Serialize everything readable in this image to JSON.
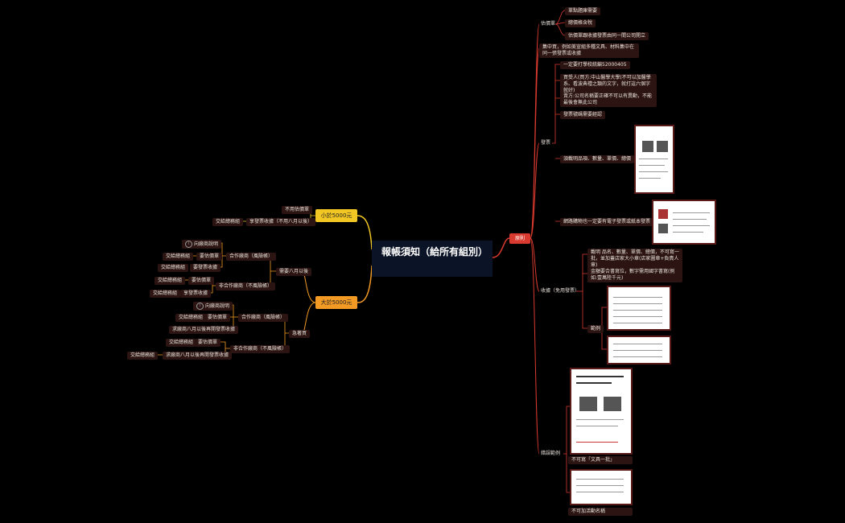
{
  "root": "報帳須知（給所有組別）",
  "main": {
    "principle": "原則",
    "small": "小於5000元",
    "large": "大於5000元"
  },
  "right": {
    "rep": {
      "label": "估價單",
      "items": [
        "單點題庫需要",
        "總價格含稅",
        "估價單跟收據發票由同一間公司開立"
      ]
    },
    "concentrate": "集中買，例如美宣組多種文具、材料集中在同一張發票或收據",
    "invoice": {
      "label": "發票",
      "items": [
        "一定要打學校統編52000405",
        "買受人(買方:中山醫學大學(不可以加醫學系、看波典禮之類的文字，就打這六個字就好)",
        "賣方:公司名稱要正確不可以有異動，不能最後會無此公司",
        "發票號碼需要經認",
        "須載明品項、數量、單價、總價",
        "網路購物也一定要有電子發票或紙本發票"
      ]
    },
    "receipt": {
      "label": "收據（免用發票）",
      "items": [
        "載明 品名、數量、單價、總價，不可寫一批，並加蓋店家大小章(店家圖章+負責人章)",
        "金額要合書寫位，數字需用國字書寫(例如:壹萬陸千元)",
        "範例"
      ]
    },
    "bad": {
      "label": "錯誤範例",
      "items": [
        "不可寫「文具一批」",
        "不可加活動名稱"
      ]
    }
  },
  "left_small": {
    "items": [
      "不用估價單",
      "享發票收據（不用八月以後）",
      "交給總務組"
    ]
  },
  "left_large": {
    "a": {
      "label": "需要八月以後",
      "coop": {
        "label": "合作廠商（風險帳）",
        "items": [
          "向廠商說明",
          "要估價單",
          "要發票收據"
        ],
        "give": [
          "交給總務組",
          "交給總務組"
        ]
      },
      "noncoop": {
        "label": "非合作廠商（不風險帳）",
        "items": [
          "要估價單",
          "享發票收據"
        ],
        "give": [
          "交給總務組",
          "交給總務組"
        ]
      }
    },
    "b": {
      "label": "急著買",
      "coop": {
        "label": "合作廠商（風險帳）",
        "items": [
          "向廠商說明",
          "要估價單",
          "求廠商八月以後再開發票收據"
        ],
        "give": [
          "交給總務組"
        ]
      },
      "noncoop": {
        "label": "非合作廠商（不風險帳）",
        "items": [
          "要估價單",
          "求廠商八月以後再開發票收據"
        ],
        "give": [
          "交給總務組",
          "交給總務組"
        ]
      }
    }
  },
  "colors": {
    "red": "#d93a2f",
    "yellow": "#f2c623",
    "orange": "#f39a25",
    "node": "#2b1412"
  }
}
